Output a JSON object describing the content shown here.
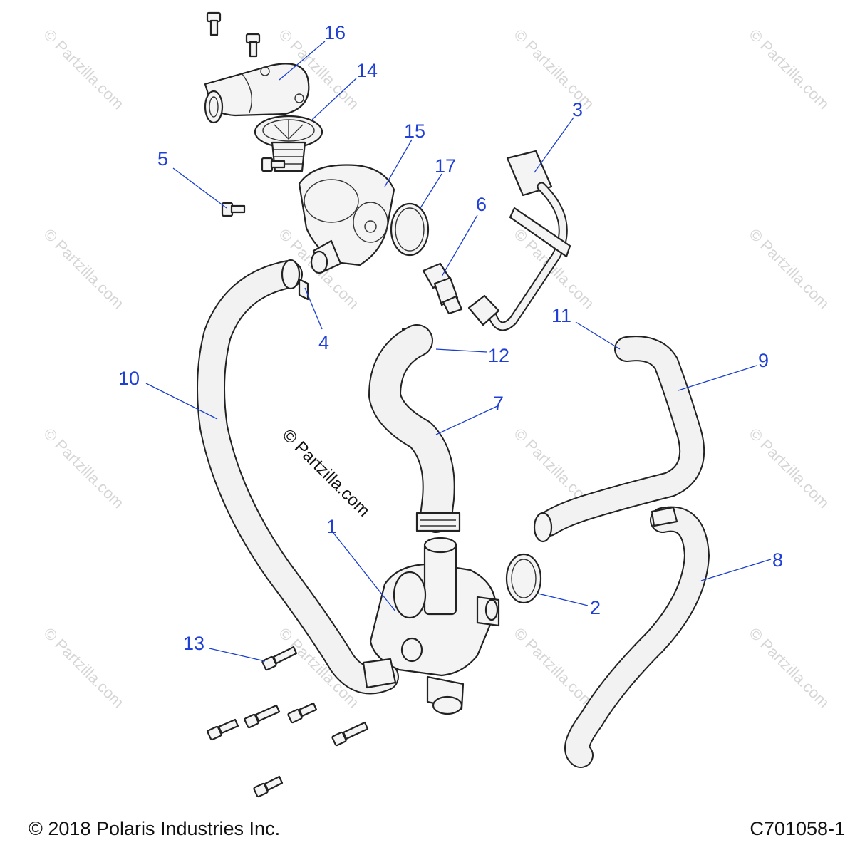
{
  "callouts": [
    {
      "id": "1",
      "label": "1"
    },
    {
      "id": "2",
      "label": "2"
    },
    {
      "id": "3",
      "label": "3"
    },
    {
      "id": "4",
      "label": "4"
    },
    {
      "id": "5",
      "label": "5"
    },
    {
      "id": "6",
      "label": "6"
    },
    {
      "id": "7",
      "label": "7"
    },
    {
      "id": "8",
      "label": "8"
    },
    {
      "id": "9",
      "label": "9"
    },
    {
      "id": "10",
      "label": "10"
    },
    {
      "id": "11",
      "label": "11"
    },
    {
      "id": "12",
      "label": "12"
    },
    {
      "id": "13",
      "label": "13"
    },
    {
      "id": "14",
      "label": "14"
    },
    {
      "id": "15",
      "label": "15"
    },
    {
      "id": "16",
      "label": "16"
    },
    {
      "id": "17",
      "label": "17"
    }
  ],
  "watermark": "© Partzilla.com",
  "center_watermark": "© Partzilla.com",
  "footer": {
    "copyright": "© 2018 Polaris Industries Inc.",
    "diagram_code": "C701058-1"
  },
  "colors": {
    "callout": "#1f3fd6",
    "line_art": "#222222",
    "watermark": "#d6d6d6"
  }
}
